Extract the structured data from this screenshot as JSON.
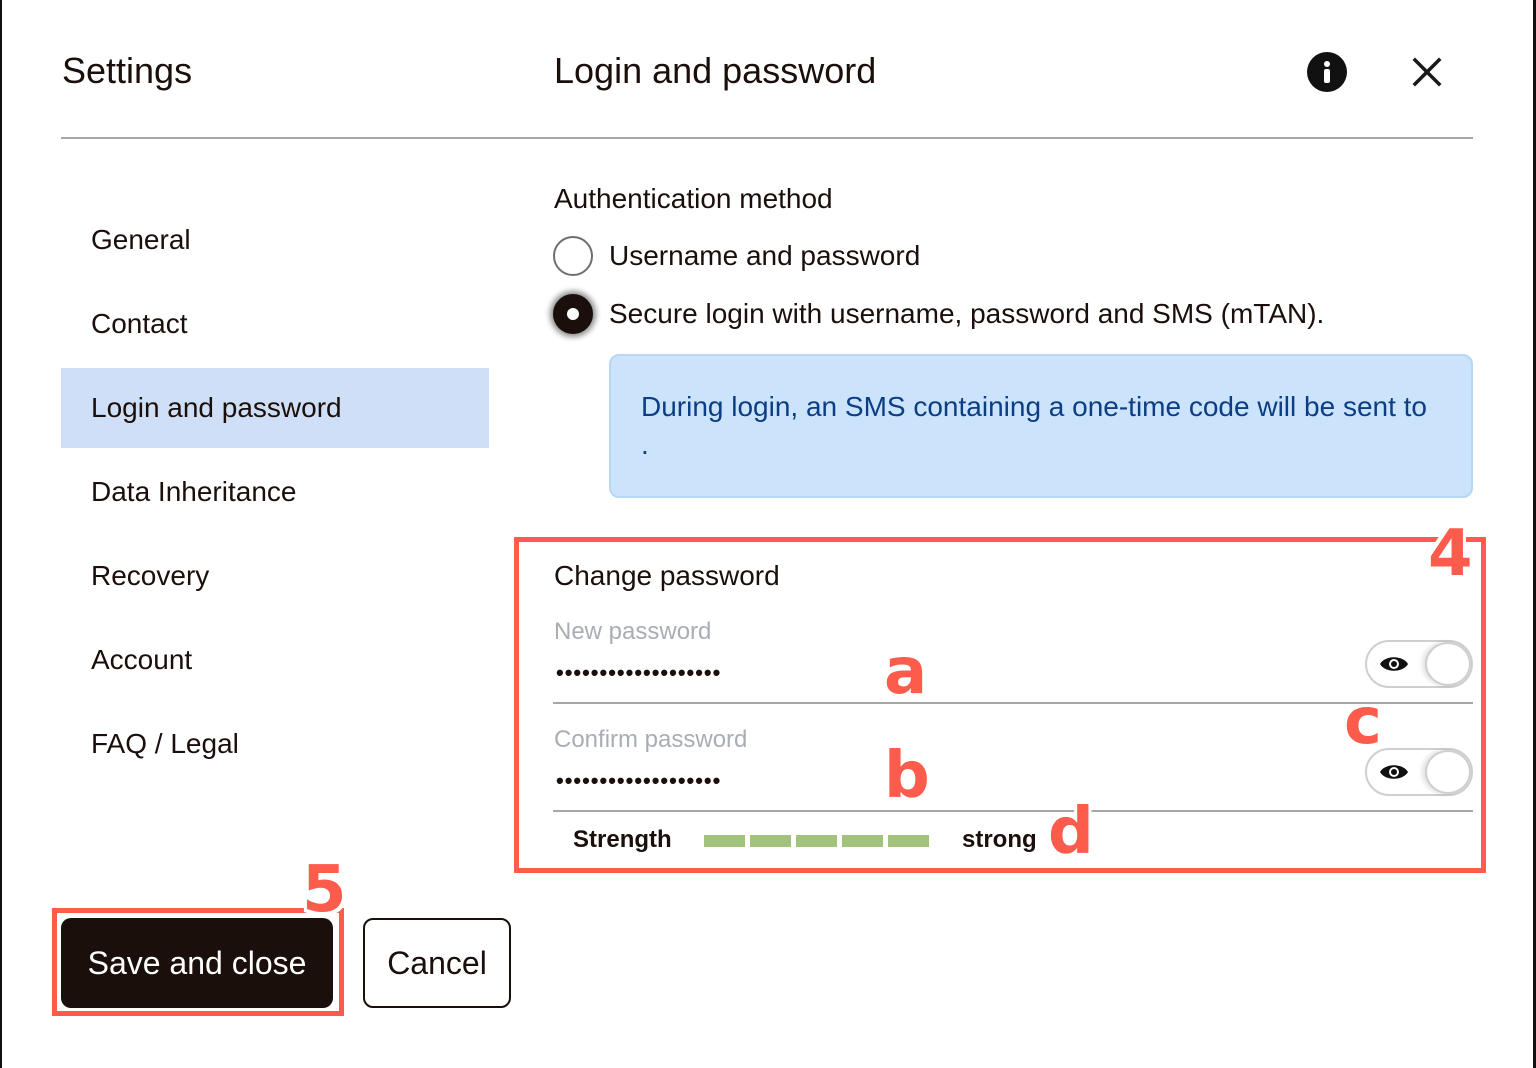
{
  "header": {
    "settings_title": "Settings",
    "page_title": "Login and password",
    "info_icon": "info-icon",
    "close_icon": "close-icon"
  },
  "sidebar": {
    "items": [
      {
        "label": "General",
        "active": false
      },
      {
        "label": "Contact",
        "active": false
      },
      {
        "label": "Login and password",
        "active": true
      },
      {
        "label": "Data Inheritance",
        "active": false
      },
      {
        "label": "Recovery",
        "active": false
      },
      {
        "label": "Account",
        "active": false
      },
      {
        "label": "FAQ / Legal",
        "active": false
      }
    ]
  },
  "auth": {
    "label": "Authentication method",
    "options": [
      {
        "label": "Username and password",
        "checked": false
      },
      {
        "label": "Secure login with username, password and SMS (mTAN).",
        "checked": true
      }
    ],
    "info_text": "During login, an SMS containing a one-time code will be sent to ."
  },
  "change_password": {
    "title": "Change password",
    "new_password": {
      "label": "New password",
      "value": "•••••••••••••••••••",
      "show_toggle_icon": "eye-icon",
      "show_toggle_on": false
    },
    "confirm_password": {
      "label": "Confirm password",
      "value": "•••••••••••••••••••",
      "show_toggle_icon": "eye-icon",
      "show_toggle_on": false
    },
    "strength": {
      "label": "Strength",
      "segments_filled": 5,
      "segments_total": 5,
      "value": "strong",
      "color": "#a3c27c"
    }
  },
  "footer": {
    "save_label": "Save and close",
    "cancel_label": "Cancel"
  },
  "annotations": {
    "box_4": "4",
    "box_5": "5",
    "a": "a",
    "b": "b",
    "c": "c",
    "d": "d",
    "color": "#fd5c4c"
  },
  "colors": {
    "active_sidebar_bg": "#cfdff7",
    "info_box_bg": "#cbe3fb",
    "info_box_text": "#0d3d85",
    "primary_button_bg": "#1a0f0a"
  }
}
